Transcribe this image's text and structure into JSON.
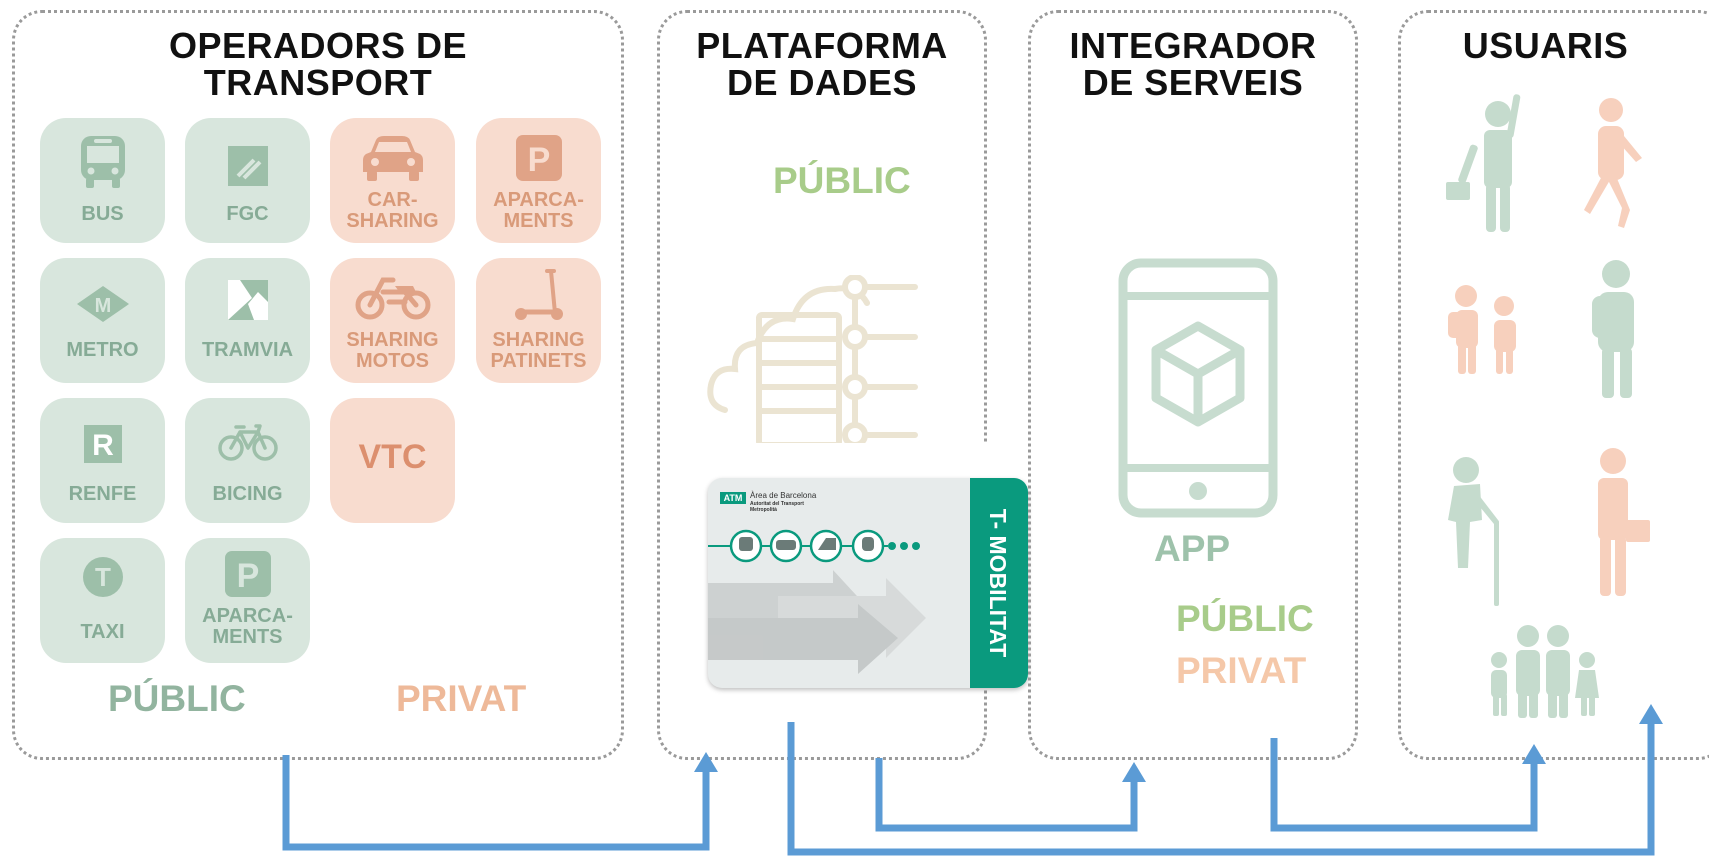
{
  "panels": {
    "operators": {
      "title": "OPERADORS DE\nTRANSPORT"
    },
    "platform": {
      "title": "PLATAFORMA\nDE DADES"
    },
    "integrator": {
      "title": "INTEGRADOR\nDE SERVEIS"
    },
    "users": {
      "title": "USUARIS"
    }
  },
  "operators": {
    "public_tiles": [
      "BUS",
      "FGC",
      "METRO",
      "TRAMVIA",
      "RENFE",
      "BICING",
      "TAXI",
      "APARCA-\nMENTS"
    ],
    "private_tiles": [
      "CAR-\nSHARING",
      "APARCA-\nMENTS",
      "SHARING\nMOTOS",
      "SHARING\nPATINETS",
      "VTC"
    ],
    "public_label": "PÚBLIC",
    "private_label": "PRIVAT",
    "icon_letters": {
      "metro": "M",
      "renfe": "R",
      "taxi": "T",
      "parking": "P"
    }
  },
  "platform": {
    "public_label": "PÚBLIC"
  },
  "card": {
    "title": "T- MOBILITAT",
    "logo": "ATM",
    "org_line1": "Àrea de Barcelona",
    "org_line2": "Autoritat del Transport",
    "org_line3": "Metropolità"
  },
  "integrator": {
    "app_label": "APP",
    "public_label": "PÚBLIC",
    "private_label": "PRIVAT"
  },
  "colors": {
    "tile_green": "#d8e6dd",
    "tile_orange": "#f8dccf",
    "icon_green": "#9dbfa9",
    "icon_orange": "#e0a387",
    "arrow_blue": "#5b9bd5",
    "card_teal": "#0a9a7e"
  }
}
